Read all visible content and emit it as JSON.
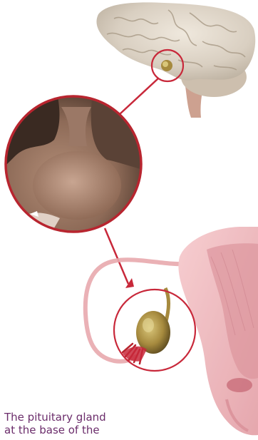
{
  "caption": {
    "line1": "The pituitary gland",
    "line2": "at the base of the"
  },
  "colors": {
    "accent_red": "#c8283a",
    "caption_text": "#6b2d6b",
    "brain": "#d8cfc2",
    "uterus": "#e8a9ae",
    "ovary": "#a68a3e"
  },
  "icons": {
    "brain": "brain-illustration",
    "pituitary_zoom": "pituitary-closeup",
    "uterus": "uterus-illustration",
    "ovary": "ovary-closeup"
  }
}
